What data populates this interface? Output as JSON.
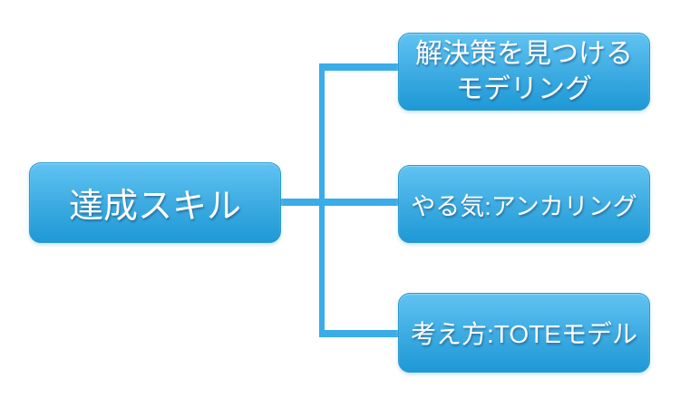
{
  "diagram": {
    "type": "hierarchy-smartart",
    "root": {
      "label": "達成スキル"
    },
    "children": [
      {
        "label": "解決策を見つける\nモデリング"
      },
      {
        "label": "やる気:アンカリング"
      },
      {
        "label": "考え方:TOTEモデル"
      }
    ]
  },
  "colors": {
    "connector": "#3AACE8",
    "box-top": "#60C3F2",
    "box-mid": "#3BAAE1",
    "box-bottom": "#1E99D6",
    "box-border": "#2B9ACF",
    "text": "#FFFFFF"
  }
}
